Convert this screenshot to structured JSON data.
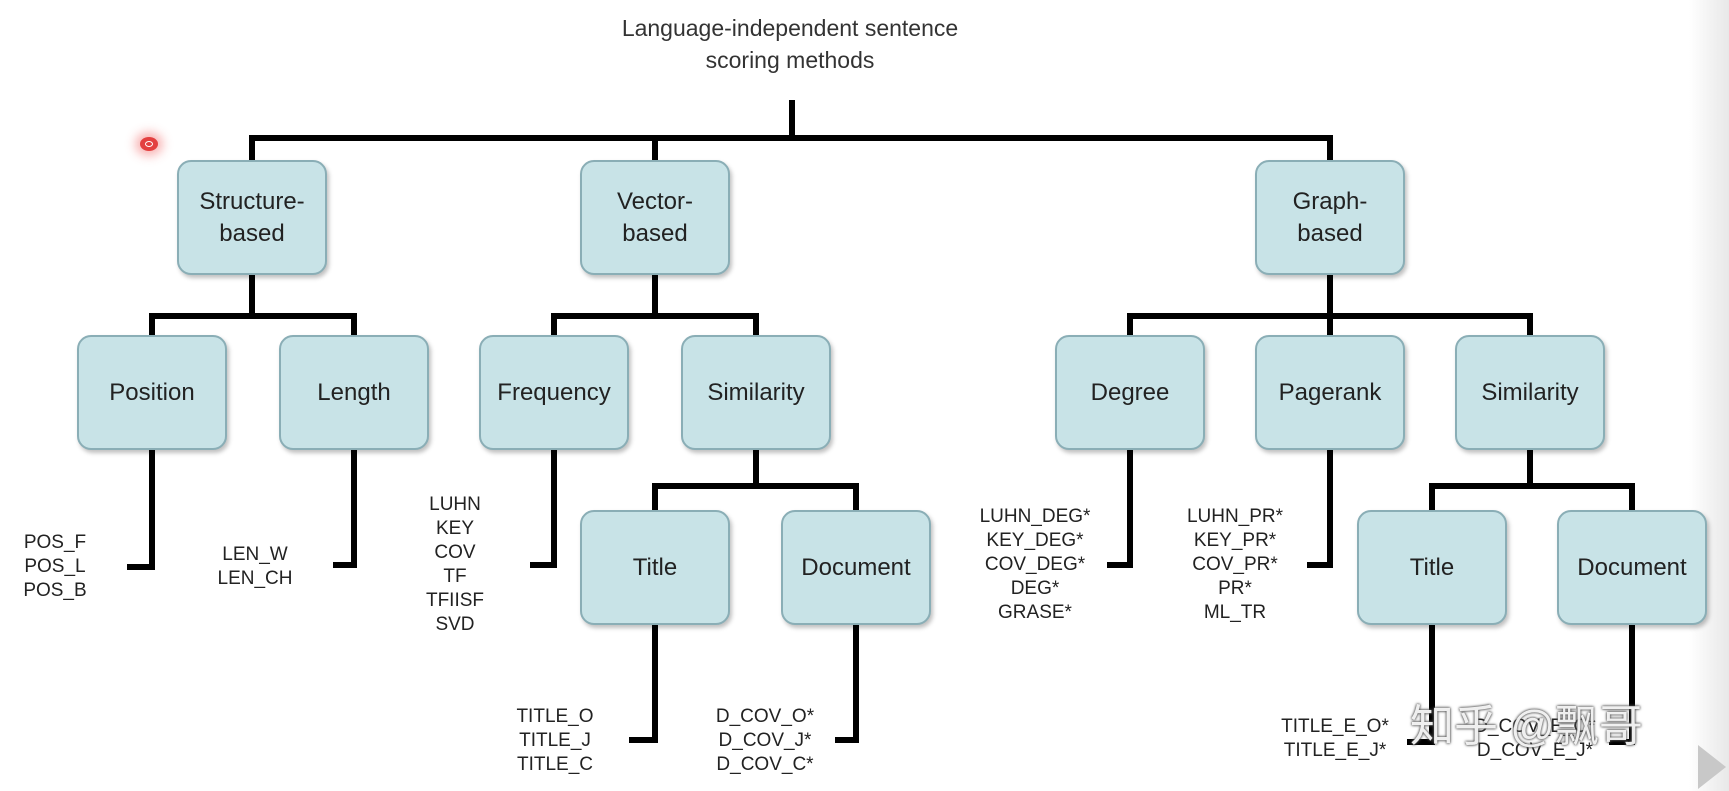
{
  "title": {
    "line1": "Language-independent sentence",
    "line2": "scoring methods"
  },
  "nodes": {
    "structure": {
      "line1": "Structure-",
      "line2": "based"
    },
    "vector": {
      "line1": "Vector-",
      "line2": "based"
    },
    "graph": {
      "line1": "Graph-",
      "line2": "based"
    },
    "position": "Position",
    "length": "Length",
    "frequency": "Frequency",
    "similarity_vector": "Similarity",
    "degree": "Degree",
    "pagerank": "Pagerank",
    "similarity_graph": "Similarity",
    "title_vector": "Title",
    "document_vector": "Document",
    "title_graph": "Title",
    "document_graph": "Document"
  },
  "leaves": {
    "position": [
      "POS_F",
      "POS_L",
      "POS_B"
    ],
    "length": [
      "LEN_W",
      "LEN_CH"
    ],
    "frequency": [
      "LUHN",
      "KEY",
      "COV",
      "TF",
      "TFIISF",
      "SVD"
    ],
    "title_vector": [
      "TITLE_O",
      "TITLE_J",
      "TITLE_C"
    ],
    "document_vector": [
      "D_COV_O*",
      "D_COV_J*",
      "D_COV_C*"
    ],
    "degree": [
      "LUHN_DEG*",
      "KEY_DEG*",
      "COV_DEG*",
      "DEG*",
      "GRASE*"
    ],
    "pagerank": [
      "LUHN_PR*",
      "KEY_PR*",
      "COV_PR*",
      "PR*",
      "ML_TR"
    ],
    "title_graph": [
      "TITLE_E_O*",
      "TITLE_E_J*"
    ],
    "document_graph": [
      "D_COV_E_O*",
      "D_COV_E_J*"
    ]
  },
  "watermark": "知乎 @飘哥",
  "colors": {
    "node_fill": "#c8e3e7",
    "node_border": "#8aaeb6",
    "line": "#000000"
  }
}
